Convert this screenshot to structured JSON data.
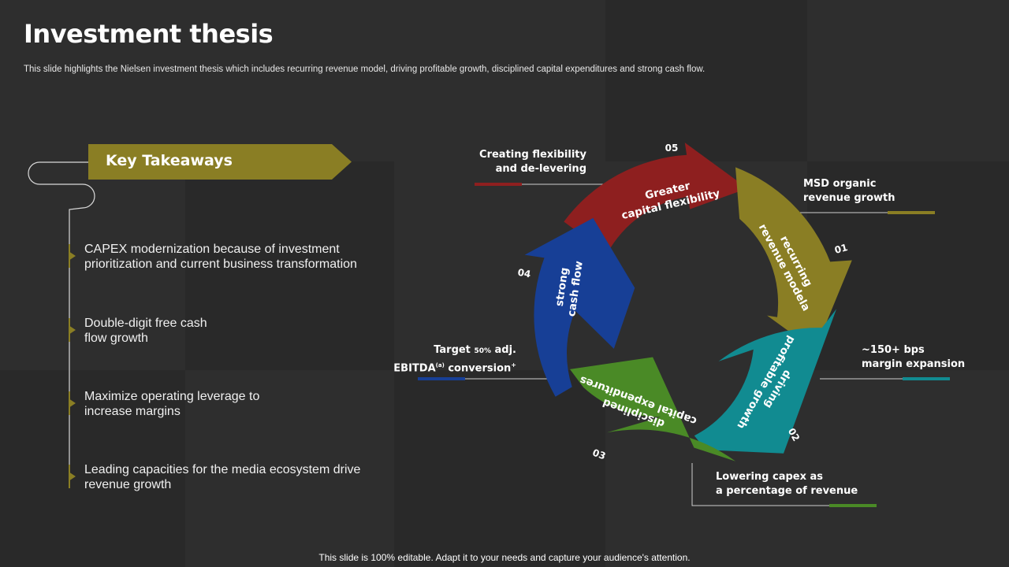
{
  "header": {
    "title": "Investment thesis",
    "subtitle": "This slide highlights the Nielsen investment thesis which includes recurring revenue model, driving profitable growth, disciplined capital expenditures and strong cash flow."
  },
  "takeaways": {
    "heading": "Key Takeaways",
    "items": [
      {
        "line1": "CAPEX modernization because of investment",
        "line2": "prioritization and current business transformation"
      },
      {
        "line1": "Double-digit free cash",
        "line2": "flow growth"
      },
      {
        "line1": "Maximize operating leverage to",
        "line2": "increase margins"
      },
      {
        "line1": "Leading capacities for the media ecosystem drive",
        "line2": "revenue growth"
      }
    ]
  },
  "cycle": {
    "segments": [
      {
        "number": "05",
        "label1": "Greater",
        "label2": "capital flexibility",
        "note1": "Creating flexibility",
        "note2": "and de-levering",
        "color": "#8e1f1f"
      },
      {
        "number": "01",
        "label1": "recurring",
        "label2": "revenue modela",
        "note1": "MSD organic",
        "note2": "revenue growth",
        "color": "#8a7e24"
      },
      {
        "number": "02",
        "label1": "driving",
        "label2": "profitable growth",
        "note1": "~150+ bps",
        "note2": "margin expansion",
        "color": "#118b91"
      },
      {
        "number": "03",
        "label1": "disciplined",
        "label2": "capital expenditures",
        "note1": "Lowering capex as",
        "note2": "a percentage of revenue",
        "color": "#4a8a26"
      },
      {
        "number": "04",
        "label1": "strong",
        "label2": "cash flow",
        "note1a": "Target",
        "note1b": "50%",
        "note1c": "adj.",
        "note2a": "EBITDA",
        "note2b": "(a)",
        "note2c": "conversion",
        "note2d": "+",
        "color": "#173f96"
      }
    ]
  },
  "footer": {
    "text": "This slide is 100% editable. Adapt it to your needs and capture your audience's attention."
  }
}
